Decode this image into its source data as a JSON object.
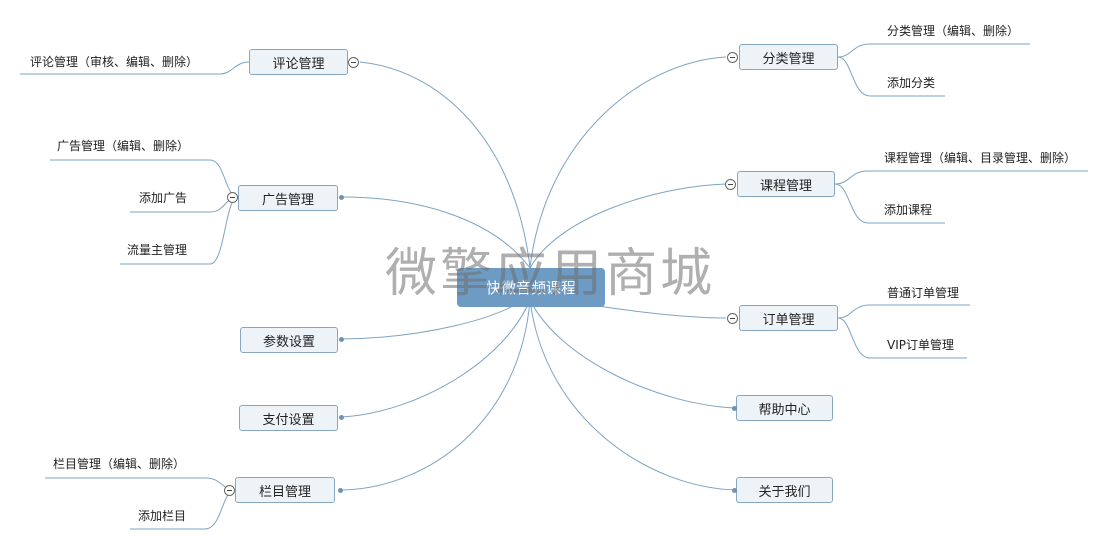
{
  "central": {
    "label": "快微音频课程"
  },
  "watermark": "微擎应用商城",
  "branches": {
    "comment": {
      "label": "评论管理",
      "children": [
        "评论管理（审核、编辑、删除）"
      ]
    },
    "ads": {
      "label": "广告管理",
      "children": [
        "广告管理（编辑、删除）",
        "添加广告",
        "流量主管理"
      ]
    },
    "params": {
      "label": "参数设置"
    },
    "payment": {
      "label": "支付设置"
    },
    "column": {
      "label": "栏目管理",
      "children": [
        "栏目管理（编辑、删除）",
        "添加栏目"
      ]
    },
    "category": {
      "label": "分类管理",
      "children": [
        "分类管理（编辑、删除）",
        "添加分类"
      ]
    },
    "course": {
      "label": "课程管理",
      "children": [
        "课程管理（编辑、目录管理、删除）",
        "添加课程"
      ]
    },
    "order": {
      "label": "订单管理",
      "children": [
        "普通订单管理",
        "VIP订单管理"
      ]
    },
    "help": {
      "label": "帮助中心"
    },
    "about": {
      "label": "关于我们"
    }
  },
  "colors": {
    "line": "#7ea3c2",
    "node_bg": "#eef3f8",
    "node_border": "#87a6c0",
    "central_bg": "#6d9bc3"
  }
}
